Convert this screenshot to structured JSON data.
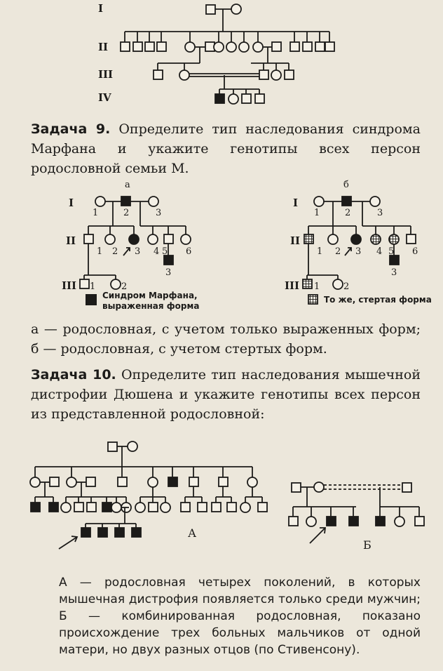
{
  "pedigree_top": {
    "generations": [
      "I",
      "II",
      "III",
      "IV"
    ]
  },
  "task9": {
    "label": "Задача 9.",
    "text": "Определите тип наследования синдрома Марфана и укажите генотипы всех персон родословной семьи М.",
    "panel_a": {
      "letter": "а",
      "generations": [
        "I",
        "II",
        "III"
      ],
      "numbers": [
        "1",
        "2",
        "3",
        "1",
        "2",
        "3",
        "4",
        "5",
        "6",
        "3",
        "1",
        "2"
      ]
    },
    "panel_b": {
      "letter": "б",
      "generations": [
        "I",
        "II",
        "III"
      ],
      "numbers": [
        "1",
        "2",
        "3",
        "1",
        "2",
        "3",
        "4",
        "5",
        "6",
        "3",
        "1",
        "2"
      ]
    },
    "legend_affected": "Синдром Марфана, выраженная форма",
    "legend_mild": "То же, стертая форма",
    "caption": "а — родословная, с учетом только выраженных форм; б — родословная, с учетом стертых форм."
  },
  "task10": {
    "label": "Задача 10.",
    "text": "Определите тип наследования мышечной дистрофии Дюшена и укажите генотипы всех персон из представленной родословной:",
    "panel_a_letter": "А",
    "panel_b_letter": "Б",
    "caption": "А — родословная четырех поколений, в которых мышечная дистрофия появляется только среди мужчин; Б — комбинированная родословная, показано происхождение трех больных мальчиков от одной матери, но двух разных отцов (по Стивенсону)."
  }
}
